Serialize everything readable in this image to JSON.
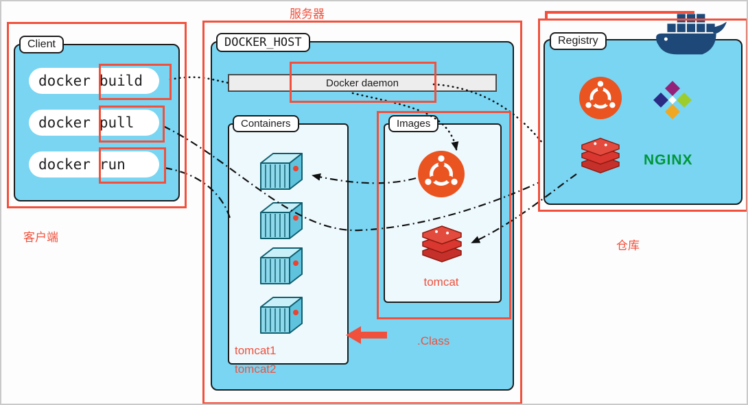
{
  "colors": {
    "panel_blue": "#79d5f2",
    "highlight_red": "#f0503c",
    "ubuntu_orange": "#e95420",
    "redis_red": "#d9372f",
    "nginx_green": "#009639",
    "docker_navy": "#1d4878",
    "container_teal": "#8fd9ec"
  },
  "labels": {
    "server": "服务器",
    "client": "客户端",
    "repository": "仓库",
    "class_note": ".Class",
    "tomcat1": "tomcat1",
    "tomcat2": "tomcat2",
    "tomcat_image": "tomcat"
  },
  "client_panel": {
    "title": "Client",
    "commands": [
      {
        "prefix": "docker",
        "verb": "build"
      },
      {
        "prefix": "docker",
        "verb": "pull"
      },
      {
        "prefix": "docker",
        "verb": "run"
      }
    ]
  },
  "docker_host": {
    "title": "DOCKER_HOST",
    "daemon_label": "Docker daemon",
    "containers_title": "Containers",
    "images_title": "Images"
  },
  "registry": {
    "title": "Registry",
    "nginx_label": "NGINX"
  },
  "icons": {
    "docker_whale": "docker whale with containers",
    "ubuntu": "ubuntu circle-of-friends",
    "redis": "redis stacked cylinders",
    "centos": "centos pinwheel",
    "shipping_container": "3d shipping container",
    "red_arrow": "red left-pointing arrow"
  }
}
